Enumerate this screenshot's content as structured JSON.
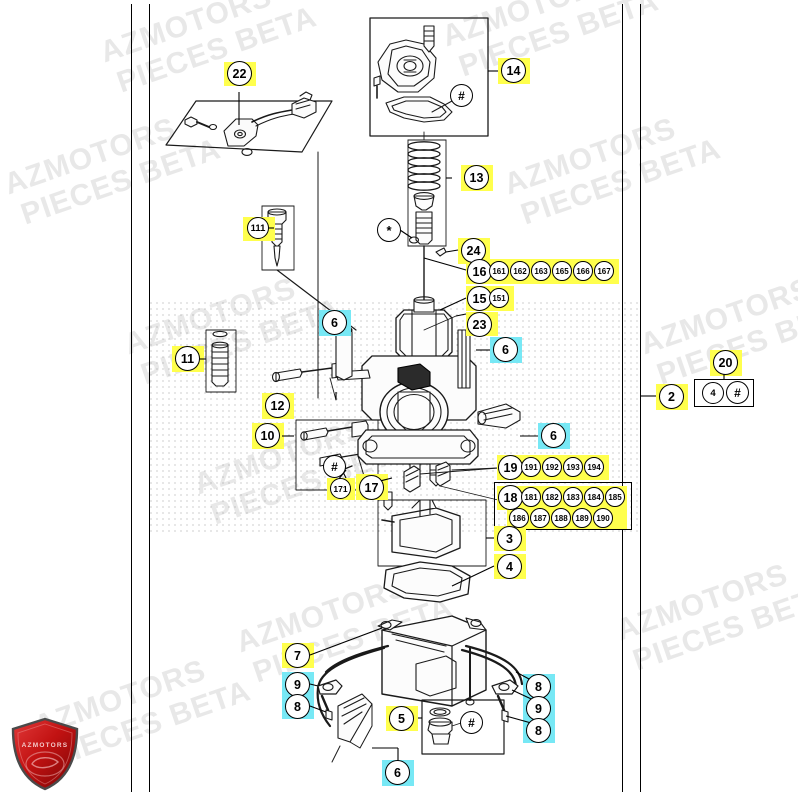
{
  "document": {
    "type": "motorcycle-parts-exploded-diagram",
    "subject": "Carburetor assembly",
    "brand_watermark_line1": "AZMOTORS",
    "brand_watermark_line2": "PIECES BETA",
    "logo_text": "AZMOTORS"
  },
  "colors": {
    "highlight_yellow": "#ffff4d",
    "highlight_cyan": "#77e8f5",
    "line": "#000000",
    "shading_dots": "#8d8d8d",
    "watermark": "#e8e8e8",
    "logo_red": "#cc1111"
  },
  "callouts": [
    {
      "id": "c22",
      "label": "22",
      "highlight": "yellow"
    },
    {
      "id": "c14",
      "label": "14",
      "highlight": "yellow"
    },
    {
      "id": "c13",
      "label": "13",
      "highlight": "yellow"
    },
    {
      "id": "c24",
      "label": "24",
      "highlight": "yellow"
    },
    {
      "id": "c111",
      "label": "111",
      "highlight": "yellow"
    },
    {
      "id": "c16",
      "label": "16",
      "highlight": "yellow"
    },
    {
      "id": "c15",
      "label": "15",
      "highlight": "yellow"
    },
    {
      "id": "c23",
      "label": "23",
      "highlight": "yellow"
    },
    {
      "id": "c11",
      "label": "11",
      "highlight": "yellow"
    },
    {
      "id": "c12",
      "label": "12",
      "highlight": "yellow"
    },
    {
      "id": "c10",
      "label": "10",
      "highlight": "yellow"
    },
    {
      "id": "c171",
      "label": "171",
      "highlight": "yellow"
    },
    {
      "id": "c17",
      "label": "17",
      "highlight": "yellow"
    },
    {
      "id": "c19",
      "label": "19",
      "highlight": "yellow"
    },
    {
      "id": "c18",
      "label": "18",
      "highlight": "yellow"
    },
    {
      "id": "c2",
      "label": "2",
      "highlight": "yellow"
    },
    {
      "id": "c20",
      "label": "20",
      "highlight": "yellow"
    },
    {
      "id": "c4box",
      "label": "4",
      "highlight": "none"
    },
    {
      "id": "c3",
      "label": "3",
      "highlight": "yellow"
    },
    {
      "id": "c4",
      "label": "4",
      "highlight": "yellow"
    },
    {
      "id": "c7",
      "label": "7",
      "highlight": "yellow"
    },
    {
      "id": "c5",
      "label": "5",
      "highlight": "yellow"
    },
    {
      "id": "c6a",
      "label": "6",
      "highlight": "cyan"
    },
    {
      "id": "c6b",
      "label": "6",
      "highlight": "cyan"
    },
    {
      "id": "c6c",
      "label": "6",
      "highlight": "cyan"
    },
    {
      "id": "c6d",
      "label": "6",
      "highlight": "cyan"
    },
    {
      "id": "c9l",
      "label": "9",
      "highlight": "cyan"
    },
    {
      "id": "c8l",
      "label": "8",
      "highlight": "cyan"
    },
    {
      "id": "c8r1",
      "label": "8",
      "highlight": "cyan"
    },
    {
      "id": "c9r",
      "label": "9",
      "highlight": "cyan"
    },
    {
      "id": "c8r2",
      "label": "8",
      "highlight": "cyan"
    }
  ],
  "variant_groups": {
    "group_16": {
      "parent": "16",
      "variants": [
        "161",
        "162",
        "163",
        "165",
        "166",
        "167"
      ]
    },
    "group_15": {
      "parent": "15",
      "variants": [
        "151"
      ]
    },
    "group_19": {
      "parent": "19",
      "variants": [
        "191",
        "192",
        "193",
        "194"
      ]
    },
    "group_18": {
      "parent": "18",
      "variants_row1": [
        "181",
        "182",
        "183",
        "184",
        "185"
      ],
      "variants_row2": [
        "186",
        "187",
        "188",
        "189",
        "190"
      ]
    },
    "group_17": {
      "parent": "17",
      "variants": [
        "171"
      ]
    },
    "group_11": {
      "parent": "11",
      "variants": [
        "111"
      ]
    }
  },
  "symbols": {
    "hash": "#",
    "star": "*",
    "hash_note": "reference-marker",
    "star_note": "reference-marker"
  },
  "symbol_markers": [
    {
      "id": "h14",
      "label": "#"
    },
    {
      "id": "h20",
      "label": "#"
    },
    {
      "id": "h10",
      "label": "#"
    },
    {
      "id": "h5",
      "label": "#"
    },
    {
      "id": "s24",
      "label": "*"
    }
  ]
}
